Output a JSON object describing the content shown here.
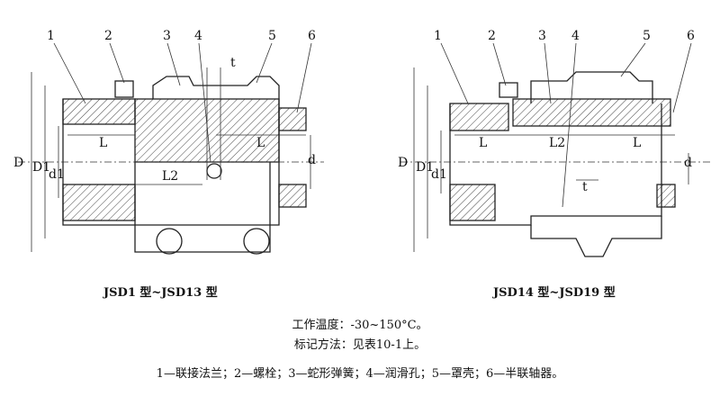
{
  "left_drawing": {
    "caption": "JSD1 型~JSD13 型",
    "callouts": [
      "1",
      "2",
      "3",
      "4",
      "5",
      "6"
    ],
    "dims": {
      "t": "t",
      "L_left": "L",
      "L_right": "L",
      "L2": "L2",
      "D": "D",
      "D1": "D1",
      "d1": "d1",
      "d": "d"
    }
  },
  "right_drawing": {
    "caption": "JSD14 型~JSD19 型",
    "callouts": [
      "1",
      "2",
      "3",
      "4",
      "5",
      "6"
    ],
    "dims": {
      "t": "t",
      "L_left": "L",
      "L_right": "L",
      "L2": "L2",
      "D": "D",
      "D1": "D1",
      "d1": "d1",
      "d": "d"
    }
  },
  "notes": {
    "temperature": "工作温度：-30~150°C。",
    "marking": "标记方法：见表10-1上。",
    "legend": "1—联接法兰；2—螺栓；3—蛇形弹簧；4—润滑孔；5—罩壳；6—半联轴器。"
  }
}
